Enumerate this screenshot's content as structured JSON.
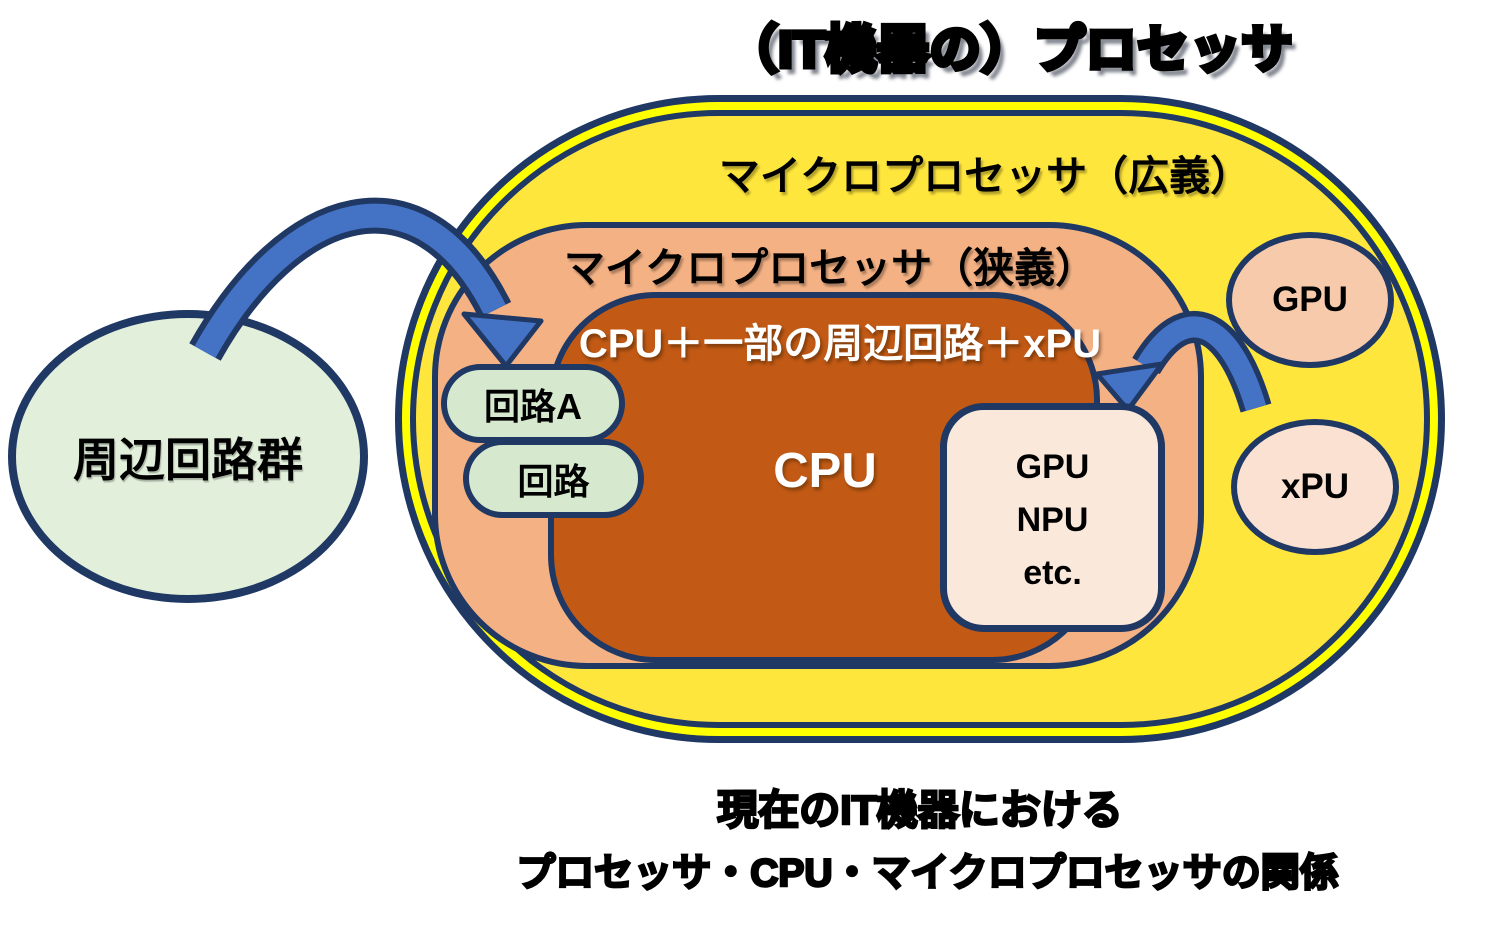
{
  "title": "（IT機器の）プロセッサ",
  "regions": {
    "microprocessor_broad": "マイクロプロセッサ（広義）",
    "microprocessor_narrow": "マイクロプロセッサ（狭義）",
    "core_label": "CPU＋一部の周辺回路＋xPU",
    "cpu_label": "CPU"
  },
  "peripheral_group": {
    "label": "周辺回路群"
  },
  "circuit_pills": [
    {
      "label": "回路A"
    },
    {
      "label": "回路"
    }
  ],
  "integrated_box": {
    "lines": [
      "GPU",
      "NPU",
      "etc."
    ]
  },
  "external_units": [
    {
      "label": "GPU"
    },
    {
      "label": "xPU"
    }
  ],
  "caption": {
    "line1": "現在のIT機器における",
    "line2": "プロセッサ・CPU・マイクロプロセッサの関係"
  },
  "icons": {
    "left_arrow": "curved-down-arrow",
    "right_arrow": "curved-down-arrow"
  },
  "colors": {
    "border_navy": "#1F3864",
    "outer_ring_yellow": "#FFFF00",
    "outer_fill_yellow": "#FFE63C",
    "narrow_fill_salmon": "#F3B184",
    "core_fill_orange": "#C25A15",
    "arrow_blue": "#4472C4",
    "peripheral_fill_green": "#E2EFDA",
    "pill_fill_green": "#D6E9CE",
    "integrated_fill_cream": "#FAE8DB",
    "gpu_fill": "#F6CAAA",
    "xpu_fill": "#FAE1D2",
    "text_black": "#000000",
    "text_white": "#FFFFFF"
  }
}
